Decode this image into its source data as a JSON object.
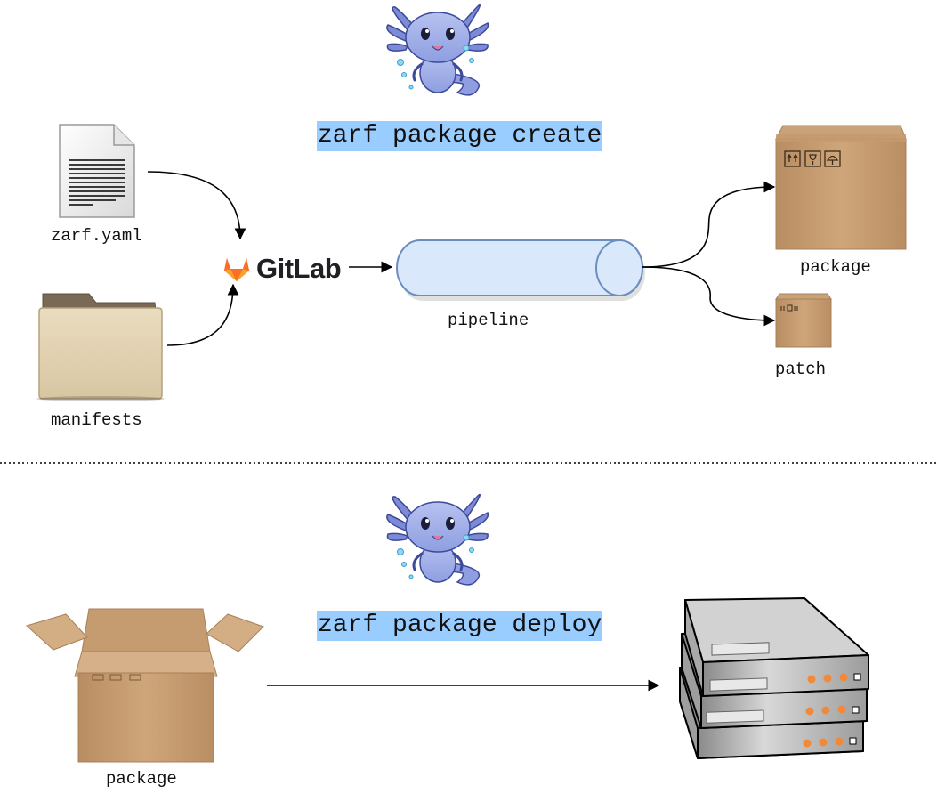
{
  "top": {
    "command": "zarf package create",
    "inputs": [
      {
        "label": "zarf.yaml",
        "icon": "document-icon"
      },
      {
        "label": "manifests",
        "icon": "folder-icon"
      }
    ],
    "ci": {
      "name": "GitLab",
      "icon": "gitlab-logo-icon"
    },
    "pipeline": {
      "label": "pipeline",
      "fill": "#dae8fc",
      "stroke": "#6c8ebf"
    },
    "outputs": [
      {
        "label": "package",
        "icon": "cardboard-box-icon"
      },
      {
        "label": "patch",
        "icon": "small-cardboard-box-icon"
      }
    ]
  },
  "bottom": {
    "command": "zarf package deploy",
    "source": {
      "label": "package",
      "icon": "open-box-icon"
    },
    "target": {
      "icon": "server-rack-icon"
    }
  },
  "colors": {
    "command_highlight": "#99ccff",
    "gitlab_orange": "#fc6d26",
    "gitlab_red": "#e24329"
  }
}
